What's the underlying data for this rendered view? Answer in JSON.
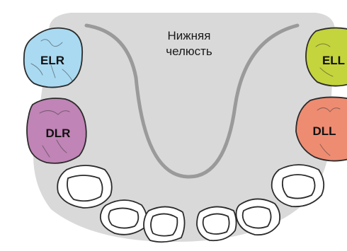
{
  "diagram": {
    "jaw": {
      "title_line1": "Нижняя",
      "title_line2": "челюсть",
      "fill": "#d9d9d9",
      "arch_stroke": "#9a9a9a"
    },
    "teeth": {
      "elr": {
        "label": "ELR",
        "color": "#a9daf2"
      },
      "dlr": {
        "label": "DLR",
        "color": "#c084b6"
      },
      "ell": {
        "label": "ELL",
        "color": "#c4d43c"
      },
      "dll": {
        "label": "DLL",
        "color": "#ee8c72"
      }
    },
    "front_teeth_color": "#ffffff",
    "outline_color": "#2b2b2b"
  }
}
